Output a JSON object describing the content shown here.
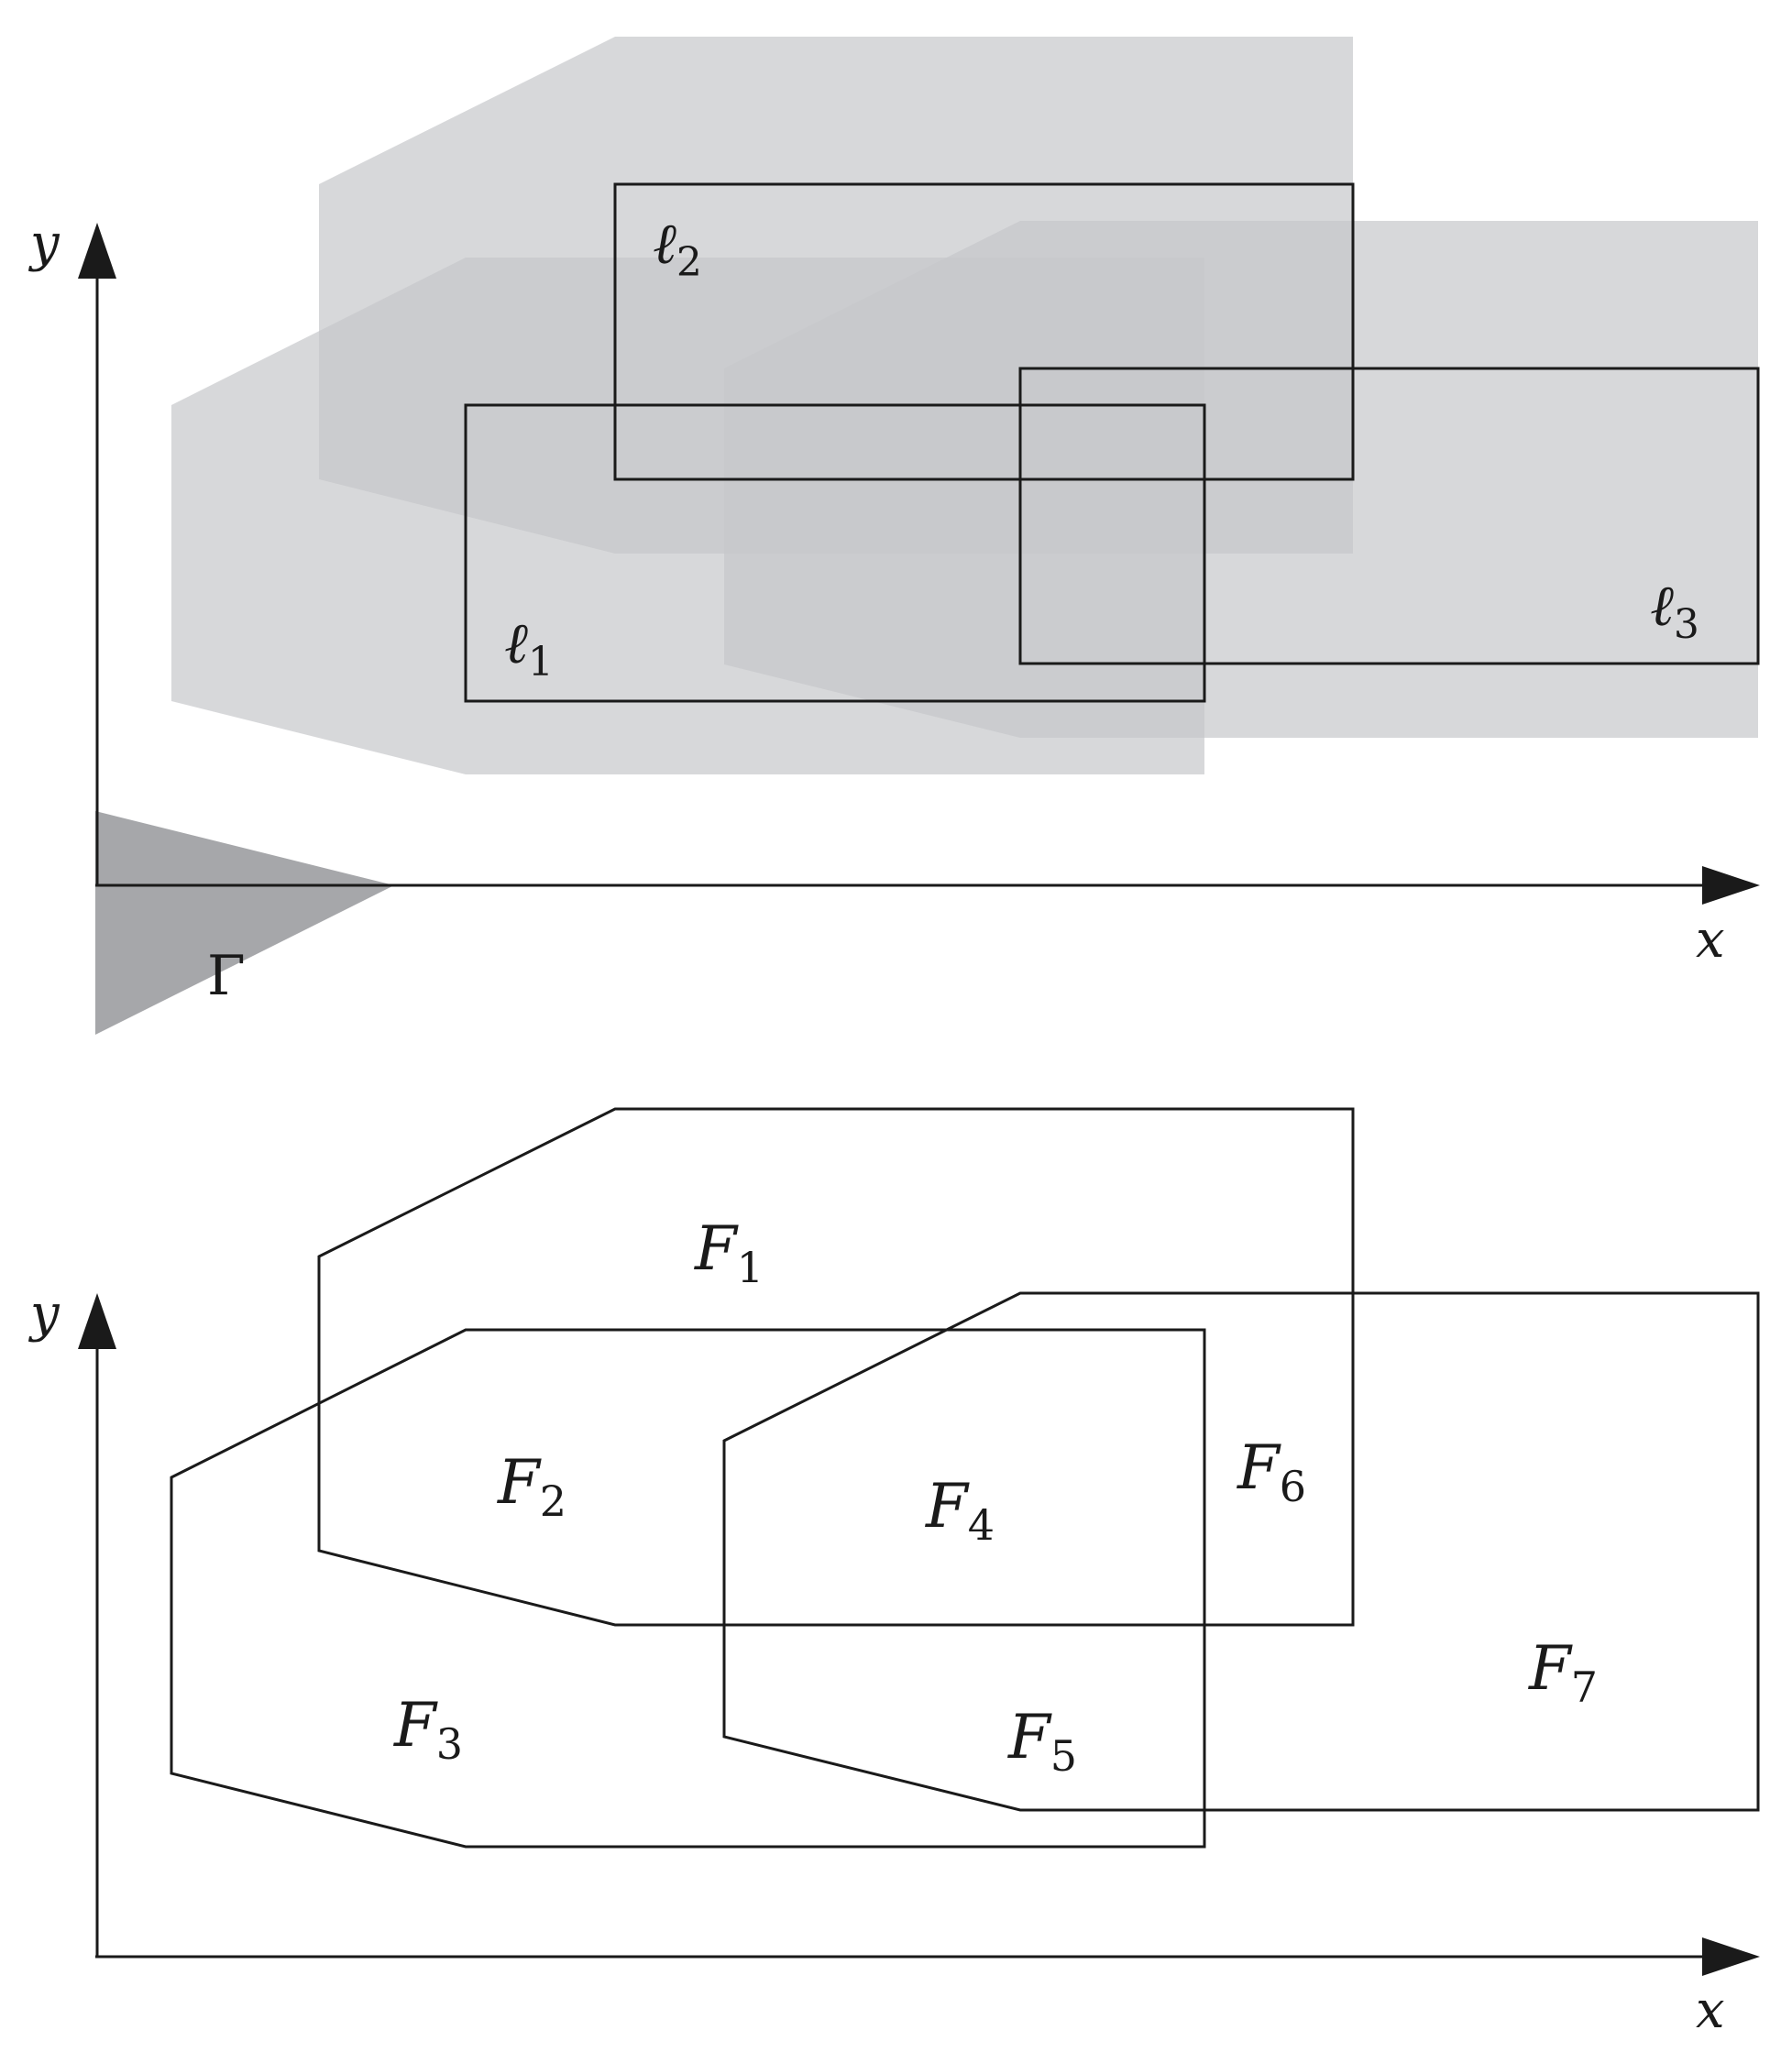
{
  "top_panel": {
    "axis_x_label": "x",
    "axis_y_label": "y",
    "cone_label": "Γ",
    "boxes": [
      {
        "symbol": "ℓ",
        "subscript": "1"
      },
      {
        "symbol": "ℓ",
        "subscript": "2"
      },
      {
        "symbol": "ℓ",
        "subscript": "3"
      }
    ]
  },
  "bottom_panel": {
    "axis_x_label": "x",
    "axis_y_label": "y",
    "regions": [
      {
        "symbol": "F",
        "subscript": "1"
      },
      {
        "symbol": "F",
        "subscript": "2"
      },
      {
        "symbol": "F",
        "subscript": "3"
      },
      {
        "symbol": "F",
        "subscript": "4"
      },
      {
        "symbol": "F",
        "subscript": "5"
      },
      {
        "symbol": "F",
        "subscript": "6"
      },
      {
        "symbol": "F",
        "subscript": "7"
      }
    ]
  },
  "colors": {
    "shade_light": "#c6c7ca",
    "cone": "#a6a7aa",
    "stroke": "#1a1a1a"
  }
}
